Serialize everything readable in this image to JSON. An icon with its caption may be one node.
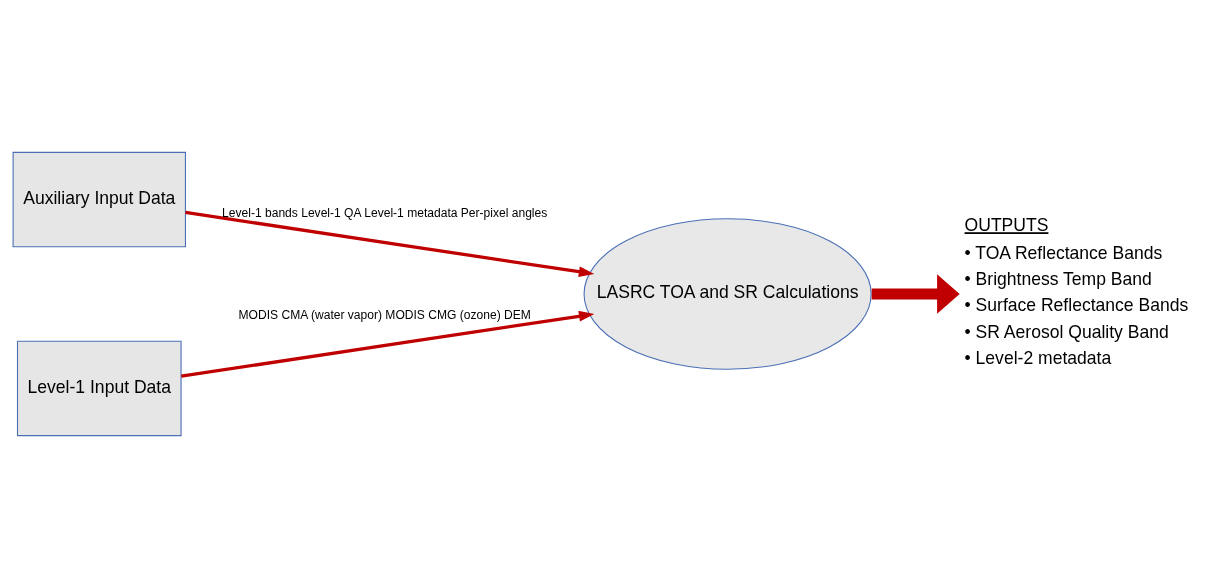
{
  "diagram": {
    "nodes": [
      {
        "text": [
          "Auxiliary Input Data"
        ]
      },
      {
        "text": [
          "Level-1 Input Data"
        ]
      },
      {
        "text": [
          "LASRC TOA and SR Calculations"
        ]
      },
      {
        "text": [
          "OUTPUTS",
          "• TOA Reflectance Bands",
          "• Brightness Temp Band",
          "• Surface Reflectance Bands",
          "• SR Aerosol Quality Band",
          "• Level-2 metadata"
        ]
      }
    ],
    "edges": [
      {
        "from": 0,
        "to": 2,
        "arrow": "to",
        "label": "Level-1 bands Level-1 QA Level-1 metadata Per-pixel angles"
      },
      {
        "from": 1,
        "to": 2,
        "arrow": "to",
        "label": "MODIS CMA (water vapor) MODIS CMG (ozone) DEM"
      },
      {
        "from": 2,
        "to": 3,
        "arrow": "to",
        "style": "thick"
      }
    ]
  }
}
